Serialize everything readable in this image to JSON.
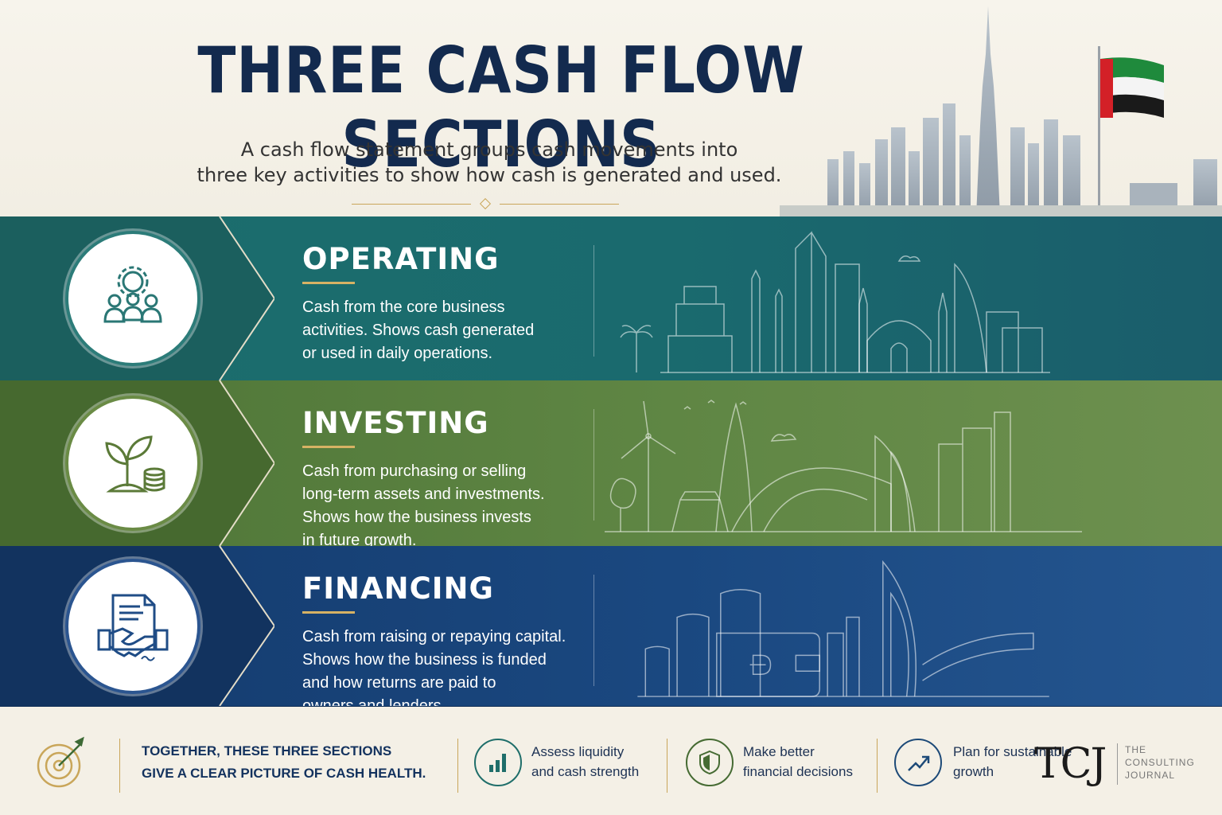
{
  "header": {
    "title": "THREE CASH FLOW SECTIONS",
    "subtitle_line1": "A cash flow statement groups cash movements into",
    "subtitle_line2": "three key activities to show how cash is generated and used."
  },
  "sections": [
    {
      "title": "OPERATING",
      "icon": "team-gear-icon",
      "desc_lines": [
        "Cash from the core business",
        "activities. Shows cash generated",
        "or used in daily operations."
      ]
    },
    {
      "title": "INVESTING",
      "icon": "plant-coins-icon",
      "desc_lines": [
        "Cash from purchasing or selling",
        "long-term assets and investments.",
        "Shows how the business invests",
        "in future growth."
      ]
    },
    {
      "title": "FINANCING",
      "icon": "handshake-document-icon",
      "desc_lines": [
        "Cash from raising or repaying capital.",
        "Shows how the business is funded",
        "and how returns are paid to",
        "owners and lenders."
      ]
    }
  ],
  "footer": {
    "lead_line1": "TOGETHER, THESE THREE SECTIONS",
    "lead_line2": "GIVE A CLEAR PICTURE OF CASH HEALTH.",
    "items": [
      {
        "icon": "bar-chart-icon",
        "line1": "Assess liquidity",
        "line2": "and cash strength"
      },
      {
        "icon": "shield-icon",
        "line1": "Make better",
        "line2": "financial decisions"
      },
      {
        "icon": "growth-arrow-icon",
        "line1": "Plan for sustainable",
        "line2": "growth"
      }
    ],
    "brand_mark": "TCJ",
    "brand_line1": "THE",
    "brand_line2": "CONSULTING",
    "brand_line3": "JOURNAL"
  },
  "colors": {
    "navy": "#132a4e",
    "teal": "#1c6e6c",
    "green": "#5f8644",
    "blue": "#1a4880",
    "gold": "#c9a65a",
    "cream": "#f4f0e6"
  }
}
